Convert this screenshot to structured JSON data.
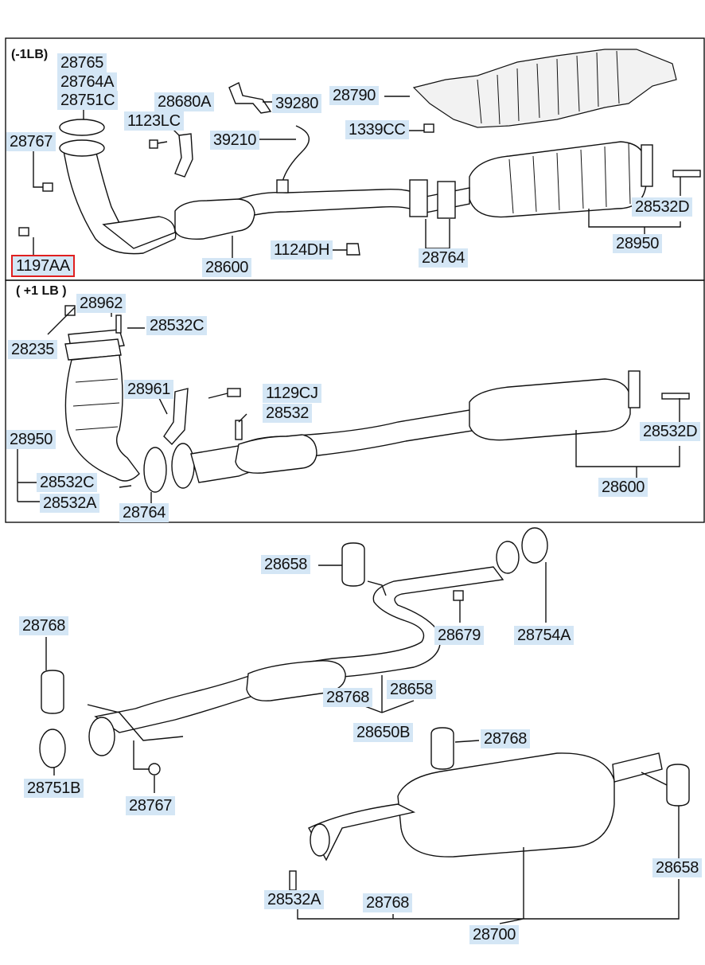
{
  "sections": {
    "top_note": "(-1LB)",
    "middle_note": "( +1 LB )"
  },
  "labels": {
    "p28765": "28765",
    "p28764A": "28764A",
    "p28751C": "28751C",
    "p28680A": "28680A",
    "p39280": "39280",
    "p28790": "28790",
    "p1123LC": "1123LC",
    "p39210": "39210",
    "p1339CC": "1339CC",
    "p28767_top": "28767",
    "p28532D_top": "28532D",
    "p28950_top": "28950",
    "p1124DH": "1124DH",
    "p28764_top": "28764",
    "p1197AA": "1197AA",
    "p28600_top": "28600",
    "p28962": "28962",
    "p28532C_mid": "28532C",
    "p28235": "28235",
    "p28961": "28961",
    "p1129CJ": "1129CJ",
    "p28532_mid": "28532",
    "p28950_mid": "28950",
    "p28532D_mid": "28532D",
    "p28532C_mid2": "28532C",
    "p28532A_mid": "28532A",
    "p28764_mid": "28764",
    "p28600_mid": "28600",
    "p28658_a": "28658",
    "p28768_a": "28768",
    "p28679": "28679",
    "p28754A": "28754A",
    "p28768_b": "28768",
    "p28658_b": "28658",
    "p28650B": "28650B",
    "p28768_c": "28768",
    "p28751B": "28751B",
    "p28767_bot": "28767",
    "p28658_c": "28658",
    "p28532A_bot": "28532A",
    "p28768_d": "28768",
    "p28700": "28700"
  },
  "highlight": "1197AA"
}
